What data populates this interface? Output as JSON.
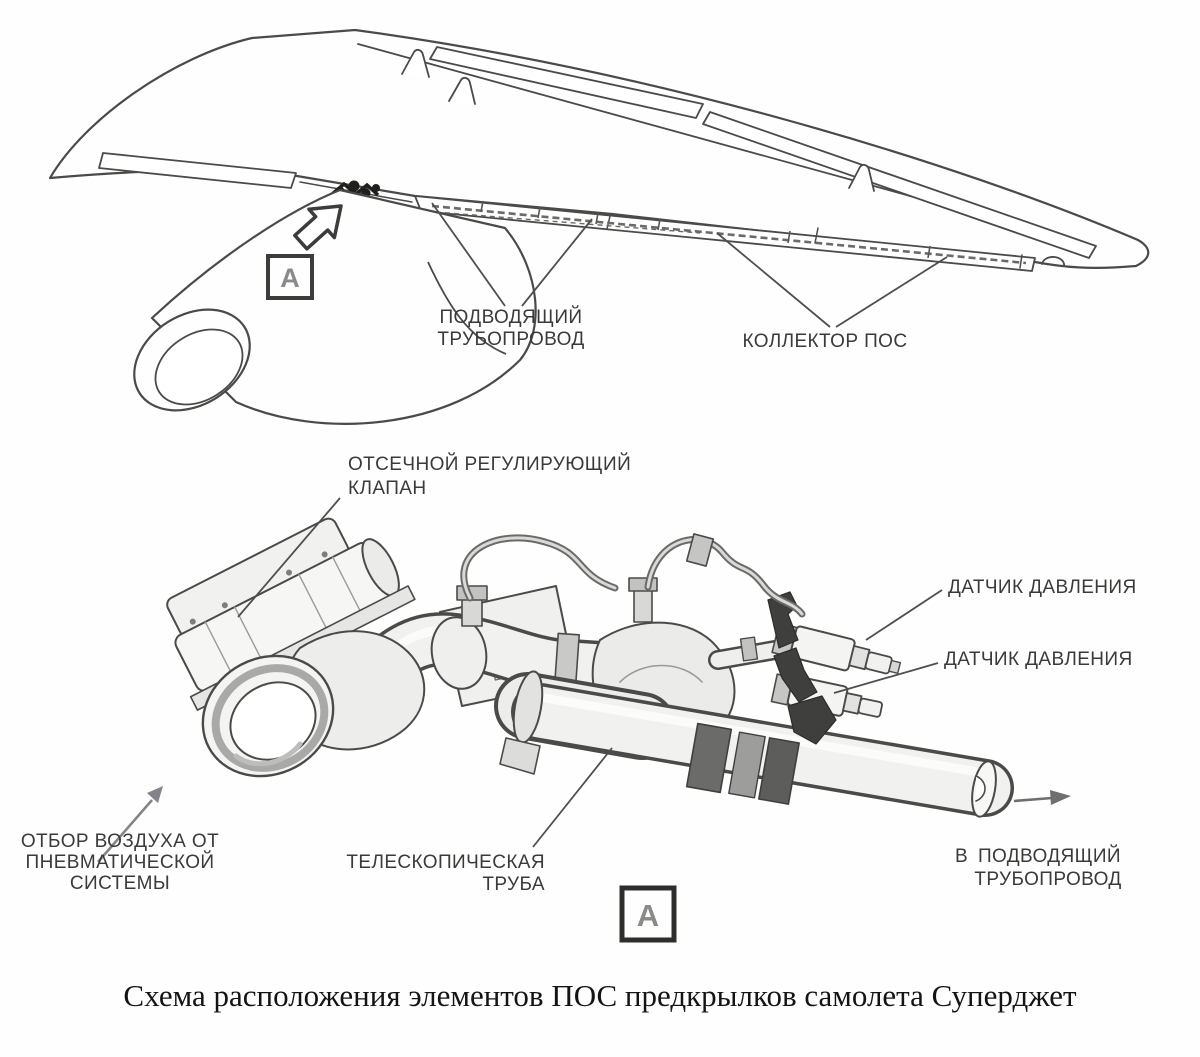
{
  "colors": {
    "line": "#4a4a48",
    "label_text": "#3a3a38",
    "marker_letter": "#8a8a88",
    "caption_text": "#141414"
  },
  "top_figure": {
    "label_supply_line1": "ПОДВОДЯЩИЙ",
    "label_supply_line2": "ТРУБОПРОВОД",
    "label_collector": "КОЛЛЕКТОР ПОС",
    "detail_marker": "А"
  },
  "bottom_figure": {
    "label_valve_line1": "ОТСЕЧНОЙ РЕГУЛИРУЮЩИЙ",
    "label_valve_line2": "КЛАПАН",
    "label_pressure_sensor_top": "ДАТЧИК ДАВЛЕНИЯ",
    "label_pressure_sensor_bottom": "ДАТЧИК ДАВЛЕНИЯ",
    "label_air_bleed_line1": "ОТБОР ВОЗДУХА ОТ",
    "label_air_bleed_line2": "ПНЕВМАТИЧЕСКОЙ",
    "label_air_bleed_line3": "СИСТЕМЫ",
    "label_telescopic_line1": "ТЕЛЕСКОПИЧЕСКАЯ",
    "label_telescopic_line2": "ТРУБА",
    "label_to_supply_line1": "В ПОДВОДЯЩИЙ",
    "label_to_supply_line2": "ТРУБОПРОВОД",
    "detail_marker": "А"
  },
  "caption": "Схема расположения элементов ПОС предкрылков самолета Суперджет"
}
